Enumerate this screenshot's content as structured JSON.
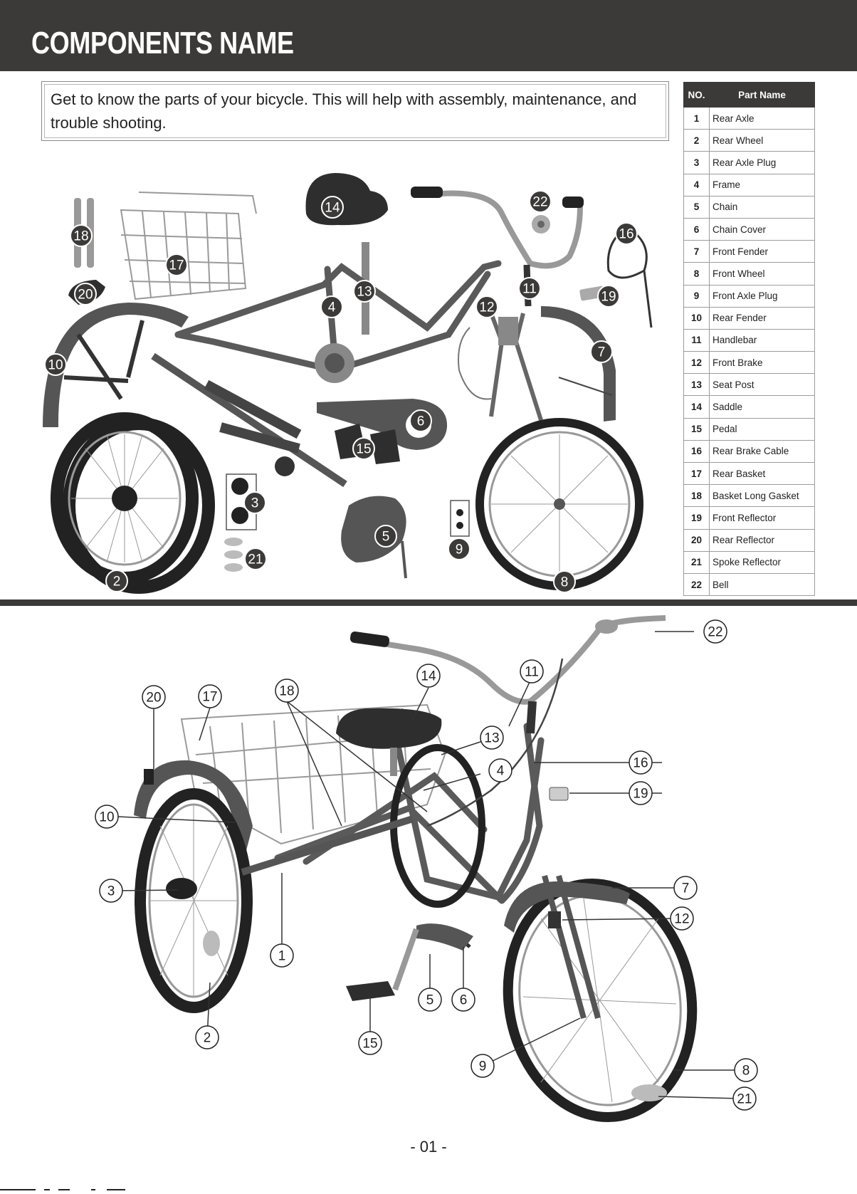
{
  "header": {
    "title": "COMPONENTS NAME"
  },
  "intro": {
    "text": "Get to know the parts of your bicycle. This will help with assembly, maintenance, and trouble shooting."
  },
  "table": {
    "col_no": "NO.",
    "col_name": "Part Name",
    "rows": [
      {
        "no": "1",
        "name": "Rear Axle"
      },
      {
        "no": "2",
        "name": "Rear Wheel"
      },
      {
        "no": "3",
        "name": "Rear Axle Plug"
      },
      {
        "no": "4",
        "name": "Frame"
      },
      {
        "no": "5",
        "name": "Chain"
      },
      {
        "no": "6",
        "name": "Chain Cover"
      },
      {
        "no": "7",
        "name": "Front Fender"
      },
      {
        "no": "8",
        "name": "Front Wheel"
      },
      {
        "no": "9",
        "name": "Front Axle Plug"
      },
      {
        "no": "10",
        "name": "Rear Fender"
      },
      {
        "no": "11",
        "name": "Handlebar"
      },
      {
        "no": "12",
        "name": "Front Brake"
      },
      {
        "no": "13",
        "name": "Seat Post"
      },
      {
        "no": "14",
        "name": "Saddle"
      },
      {
        "no": "15",
        "name": "Pedal"
      },
      {
        "no": "16",
        "name": "Rear Brake Cable"
      },
      {
        "no": "17",
        "name": "Rear Basket"
      },
      {
        "no": "18",
        "name": "Basket Long Gasket"
      },
      {
        "no": "19",
        "name": "Front Reflector"
      },
      {
        "no": "20",
        "name": "Rear Reflector"
      },
      {
        "no": "21",
        "name": "Spoke Reflector"
      },
      {
        "no": "22",
        "name": "Bell"
      }
    ]
  },
  "callouts": {
    "c1": "1",
    "c2": "2",
    "c3": "3",
    "c4": "4",
    "c5": "5",
    "c6": "6",
    "c7": "7",
    "c8": "8",
    "c9": "9",
    "c10": "10",
    "c11": "11",
    "c12": "12",
    "c13": "13",
    "c14": "14",
    "c15": "15",
    "c16": "16",
    "c17": "17",
    "c18": "18",
    "c19": "19",
    "c20": "20",
    "c21": "21",
    "c22": "22"
  },
  "footer": {
    "page_number": "- 01 -"
  }
}
